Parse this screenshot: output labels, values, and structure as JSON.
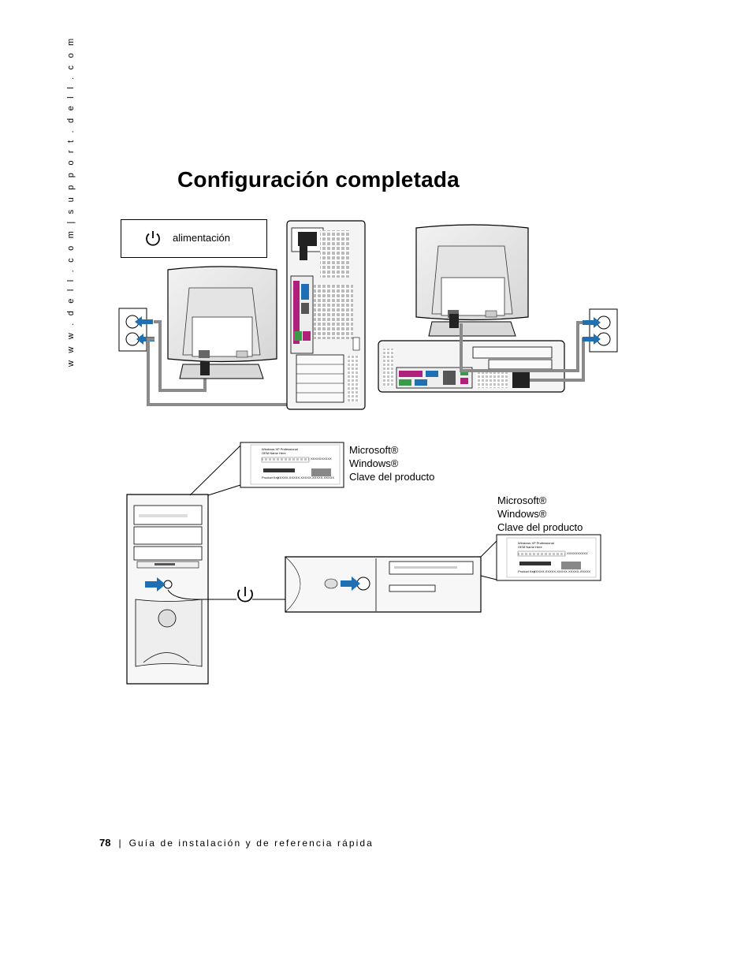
{
  "sidebar": {
    "url_text": "w w w . d e l l . c o m   |   s u p p o r t . d e l l . c o m"
  },
  "page": {
    "title": "Configuración completada"
  },
  "legend": {
    "icon": "power-icon",
    "label": "alimentación"
  },
  "key_label_tower": {
    "line1": "Microsoft®",
    "line2": "Windows®",
    "line3": "Clave del producto"
  },
  "key_label_desktop": {
    "line1": "Microsoft®",
    "line2": "Windows®",
    "line3": "Clave del producto"
  },
  "sticker": {
    "title_line1": "Windows XP Professional",
    "title_line2": "OEM Name Here",
    "product_key_label": "Product Key",
    "product_key_value": "XXXXX-XXXXX-XXXXX-XXXXX-XXXXX",
    "serial": "XXXXXXXXXX"
  },
  "footer": {
    "page_number": "78",
    "separator": "|",
    "doc_title": "Guía de instalación y de referencia rápida"
  },
  "colors": {
    "arrow_blue": "#1f6fb5",
    "line_gray": "#8a8a8a",
    "port_magenta": "#b0207a",
    "port_green": "#3a9a4a"
  }
}
